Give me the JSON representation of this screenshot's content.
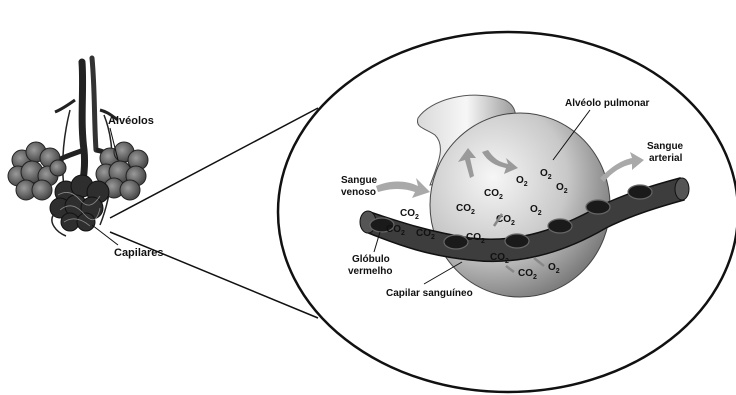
{
  "labels": {
    "alveolos": "Alvéolos",
    "capilares": "Capilares",
    "alveolo_pulmonar": "Alvéolo pulmonar",
    "sangue_venoso_1": "Sangue",
    "sangue_venoso_2": "venoso",
    "sangue_arterial_1": "Sangue",
    "sangue_arterial_2": "arterial",
    "globulo_1": "Glóbulo",
    "globulo_2": "vermelho",
    "capilar_sanguineo": "Capilar sanguíneo"
  },
  "gases": {
    "co2": "CO",
    "o2": "O",
    "sub2": "2"
  },
  "colors": {
    "outline": "#111111",
    "capillary": "#3a3a3a",
    "cell": "#1c1c1c",
    "alveolus_light": "#f2f2f2",
    "alveolus_dark": "#7a7a7a",
    "arrow": "#a9a9a9"
  }
}
